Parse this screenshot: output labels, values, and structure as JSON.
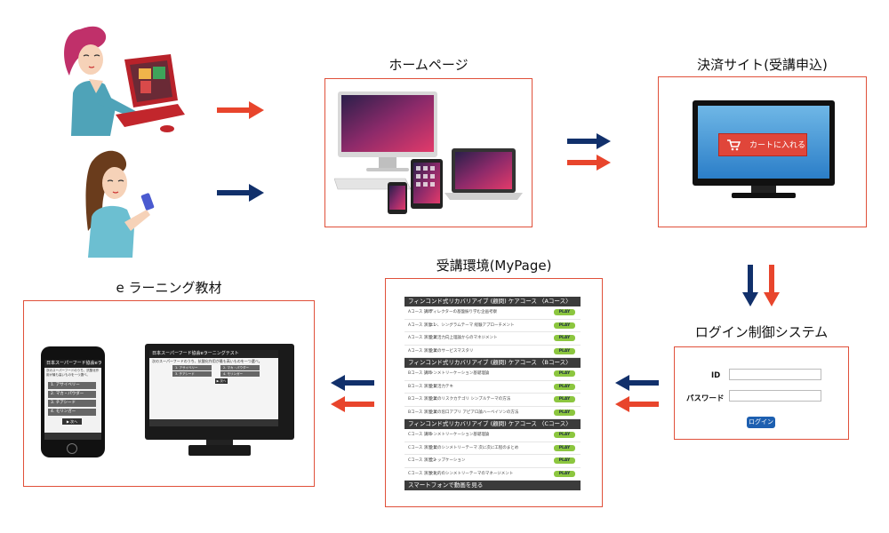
{
  "titles": {
    "homepage": "ホームページ",
    "payment": "決済サイト(受講申込)",
    "login_system": "ログイン制御システム",
    "mypage": "受講環境(MyPage)",
    "elearning": "e ラーニング教材"
  },
  "cart_button": "カートに入れる",
  "login": {
    "id_label": "ID",
    "password_label": "パスワード",
    "button": "ログイン"
  },
  "mypage": {
    "play_label": "PLAY",
    "sections": [
      {
        "header": "フィンコンド式リカバリアイブ (顧問) ケアコース 〈Aコース〉",
        "rows": [
          {
            "label": "Aコース 講師",
            "text": "ディレクターの基盤振り学む企画考察"
          },
          {
            "label": "Aコース 演習 1",
            "text": "エン、シングラムテーマ 経験アプローチメント"
          },
          {
            "label": "Aコース 演習 2",
            "text": "企業活力向上理論からのマネジメント"
          },
          {
            "label": "Aコース 演習 3",
            "text": "企業のサービスマスタリ"
          }
        ]
      },
      {
        "header": "フィンコンド式リカバリアイブ (顧問) ケアコース 〈Bコース〉",
        "rows": [
          {
            "label": "Bコース 講師",
            "text": "シンメトリーケーション基礎理論"
          },
          {
            "label": "Bコース 演習 1",
            "text": "企業活力テキ"
          },
          {
            "label": "Bコース 演習 2",
            "text": "企業のリスクカテゴリ シンプルテーマの方法"
          },
          {
            "label": "Bコース 演習 3",
            "text": "企業の窓口アプリ アピアロ論ハーベイソンの方法"
          }
        ]
      },
      {
        "header": "フィンコンド式リカバリアイブ (顧問) ケアコース 〈Cコース〉",
        "rows": [
          {
            "label": "Cコース 講師",
            "text": "シンメトリーケーション基礎理論"
          },
          {
            "label": "Cコース 演習 1",
            "text": "企業のシンメトリーテーマ 次に次に工程のまとめ"
          },
          {
            "label": "Cコース 演習 2",
            "text": "全トップケーション"
          },
          {
            "label": "Cコース 演習 3",
            "text": "文化的のシンメトリーテーマのマネージメント"
          }
        ]
      }
    ],
    "footer": "スマートフォンで動画を見る"
  },
  "elearning": {
    "phone_title": "日本スーパーフード協会eラーニングテスト",
    "phone_question": "次のスーパーフードのうち、抗酸化作用が最も高いものを一つ選べ。",
    "phone_options": [
      "1. アサイベリー",
      "2. マカ・パウダー",
      "3. チアシード",
      "4. モリンガー"
    ],
    "phone_next": "▶ 次へ",
    "monitor_title": "日本スーパーフード協会eラーニングテスト",
    "monitor_question": "次のスーパーフードのうち、抗酸化作用が最も高いものを一つ選べ。",
    "monitor_options": [
      "1. アサイベリー",
      "2. マカ・パウダー",
      "3. チアシード",
      "4. モリンガー"
    ],
    "monitor_next": "▶ 次へ"
  },
  "colors": {
    "red_arrow": "#e8452c",
    "blue_arrow": "#11306b",
    "box_border": "#e0503a"
  }
}
